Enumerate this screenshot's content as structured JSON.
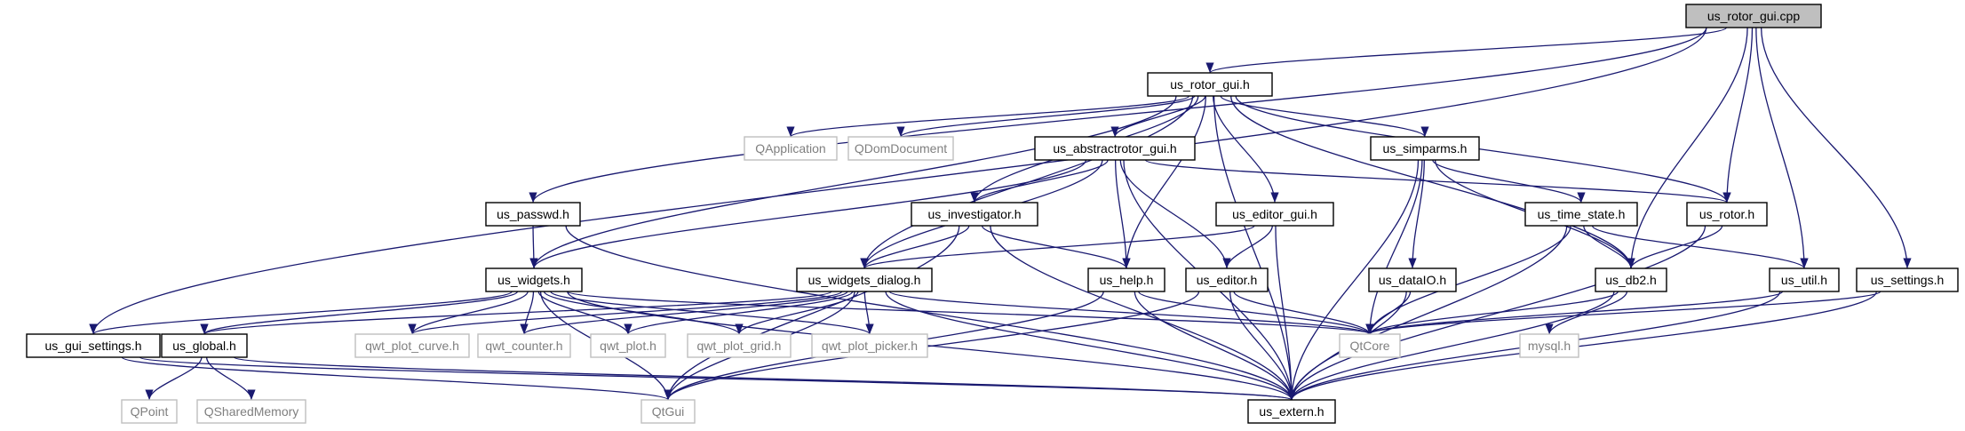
{
  "colors": {
    "edge": "#191970",
    "root_fill": "#bfbfbf",
    "node_stroke": "#000000",
    "external_stroke": "#bfbfbf",
    "external_text": "#7f7f7f"
  },
  "nodes": [
    {
      "id": "us_rotor_gui_cpp",
      "label": "us_rotor_gui.cpp",
      "kind": "root"
    },
    {
      "id": "us_rotor_gui_h",
      "label": "us_rotor_gui.h",
      "kind": "header"
    },
    {
      "id": "QApplication",
      "label": "QApplication",
      "kind": "external"
    },
    {
      "id": "QDomDocument",
      "label": "QDomDocument",
      "kind": "external"
    },
    {
      "id": "us_abstractrotor_gui_h",
      "label": "us_abstractrotor_gui.h",
      "kind": "header"
    },
    {
      "id": "us_simparms_h",
      "label": "us_simparms.h",
      "kind": "header"
    },
    {
      "id": "us_passwd_h",
      "label": "us_passwd.h",
      "kind": "header"
    },
    {
      "id": "us_investigator_h",
      "label": "us_investigator.h",
      "kind": "header"
    },
    {
      "id": "us_editor_gui_h",
      "label": "us_editor_gui.h",
      "kind": "header"
    },
    {
      "id": "us_time_state_h",
      "label": "us_time_state.h",
      "kind": "header"
    },
    {
      "id": "us_rotor_h",
      "label": "us_rotor.h",
      "kind": "header"
    },
    {
      "id": "us_widgets_h",
      "label": "us_widgets.h",
      "kind": "header"
    },
    {
      "id": "us_widgets_dialog_h",
      "label": "us_widgets_dialog.h",
      "kind": "header"
    },
    {
      "id": "us_help_h",
      "label": "us_help.h",
      "kind": "header"
    },
    {
      "id": "us_editor_h",
      "label": "us_editor.h",
      "kind": "header"
    },
    {
      "id": "us_dataIO_h",
      "label": "us_dataIO.h",
      "kind": "header"
    },
    {
      "id": "us_db2_h",
      "label": "us_db2.h",
      "kind": "header"
    },
    {
      "id": "us_util_h",
      "label": "us_util.h",
      "kind": "header"
    },
    {
      "id": "us_settings_h",
      "label": "us_settings.h",
      "kind": "header"
    },
    {
      "id": "us_gui_settings_h",
      "label": "us_gui_settings.h",
      "kind": "header"
    },
    {
      "id": "us_global_h",
      "label": "us_global.h",
      "kind": "header"
    },
    {
      "id": "qwt_plot_curve_h",
      "label": "qwt_plot_curve.h",
      "kind": "external"
    },
    {
      "id": "qwt_counter_h",
      "label": "qwt_counter.h",
      "kind": "external"
    },
    {
      "id": "qwt_plot_h",
      "label": "qwt_plot.h",
      "kind": "external"
    },
    {
      "id": "qwt_plot_grid_h",
      "label": "qwt_plot_grid.h",
      "kind": "external"
    },
    {
      "id": "qwt_plot_picker_h",
      "label": "qwt_plot_picker.h",
      "kind": "external"
    },
    {
      "id": "QtCore",
      "label": "QtCore",
      "kind": "external"
    },
    {
      "id": "mysql_h",
      "label": "mysql.h",
      "kind": "external"
    },
    {
      "id": "QPoint",
      "label": "QPoint",
      "kind": "external"
    },
    {
      "id": "QSharedMemory",
      "label": "QSharedMemory",
      "kind": "external"
    },
    {
      "id": "QtGui",
      "label": "QtGui",
      "kind": "external"
    },
    {
      "id": "us_extern_h",
      "label": "us_extern.h",
      "kind": "header"
    }
  ],
  "edges": [
    [
      "us_rotor_gui_cpp",
      "us_rotor_gui_h"
    ],
    [
      "us_rotor_gui_cpp",
      "us_passwd_h"
    ],
    [
      "us_rotor_gui_cpp",
      "us_gui_settings_h"
    ],
    [
      "us_rotor_gui_cpp",
      "us_rotor_h"
    ],
    [
      "us_rotor_gui_cpp",
      "us_db2_h"
    ],
    [
      "us_rotor_gui_cpp",
      "us_util_h"
    ],
    [
      "us_rotor_gui_cpp",
      "us_settings_h"
    ],
    [
      "us_rotor_gui_h",
      "QApplication"
    ],
    [
      "us_rotor_gui_h",
      "QDomDocument"
    ],
    [
      "us_rotor_gui_h",
      "us_abstractrotor_gui_h"
    ],
    [
      "us_rotor_gui_h",
      "us_simparms_h"
    ],
    [
      "us_rotor_gui_h",
      "us_widgets_h"
    ],
    [
      "us_rotor_gui_h",
      "us_widgets_dialog_h"
    ],
    [
      "us_rotor_gui_h",
      "us_investigator_h"
    ],
    [
      "us_rotor_gui_h",
      "us_help_h"
    ],
    [
      "us_rotor_gui_h",
      "us_editor_gui_h"
    ],
    [
      "us_rotor_gui_h",
      "us_rotor_h"
    ],
    [
      "us_rotor_gui_h",
      "us_db2_h"
    ],
    [
      "us_rotor_gui_h",
      "us_extern_h"
    ],
    [
      "us_abstractrotor_gui_h",
      "us_widgets_h"
    ],
    [
      "us_abstractrotor_gui_h",
      "us_widgets_dialog_h"
    ],
    [
      "us_abstractrotor_gui_h",
      "us_investigator_h"
    ],
    [
      "us_abstractrotor_gui_h",
      "us_help_h"
    ],
    [
      "us_abstractrotor_gui_h",
      "us_editor_h"
    ],
    [
      "us_abstractrotor_gui_h",
      "us_rotor_h"
    ],
    [
      "us_abstractrotor_gui_h",
      "us_extern_h"
    ],
    [
      "us_simparms_h",
      "us_dataIO_h"
    ],
    [
      "us_simparms_h",
      "us_time_state_h"
    ],
    [
      "us_simparms_h",
      "us_db2_h"
    ],
    [
      "us_simparms_h",
      "QtCore"
    ],
    [
      "us_simparms_h",
      "us_extern_h"
    ],
    [
      "us_passwd_h",
      "us_widgets_h"
    ],
    [
      "us_passwd_h",
      "us_extern_h"
    ],
    [
      "us_investigator_h",
      "us_widgets_dialog_h"
    ],
    [
      "us_investigator_h",
      "us_help_h"
    ],
    [
      "us_investigator_h",
      "QtGui"
    ],
    [
      "us_investigator_h",
      "us_extern_h"
    ],
    [
      "us_editor_gui_h",
      "us_widgets_dialog_h"
    ],
    [
      "us_editor_gui_h",
      "us_editor_h"
    ],
    [
      "us_editor_gui_h",
      "us_extern_h"
    ],
    [
      "us_time_state_h",
      "us_db2_h"
    ],
    [
      "us_time_state_h",
      "us_util_h"
    ],
    [
      "us_time_state_h",
      "QtCore"
    ],
    [
      "us_time_state_h",
      "us_extern_h"
    ],
    [
      "us_rotor_h",
      "us_db2_h"
    ],
    [
      "us_rotor_h",
      "us_extern_h"
    ],
    [
      "us_widgets_h",
      "us_gui_settings_h"
    ],
    [
      "us_widgets_h",
      "us_global_h"
    ],
    [
      "us_widgets_h",
      "qwt_plot_curve_h"
    ],
    [
      "us_widgets_h",
      "qwt_counter_h"
    ],
    [
      "us_widgets_h",
      "qwt_plot_h"
    ],
    [
      "us_widgets_h",
      "qwt_plot_grid_h"
    ],
    [
      "us_widgets_h",
      "qwt_plot_picker_h"
    ],
    [
      "us_widgets_h",
      "QtCore"
    ],
    [
      "us_widgets_h",
      "QtGui"
    ],
    [
      "us_widgets_h",
      "us_extern_h"
    ],
    [
      "us_widgets_dialog_h",
      "us_global_h"
    ],
    [
      "us_widgets_dialog_h",
      "qwt_plot_curve_h"
    ],
    [
      "us_widgets_dialog_h",
      "qwt_counter_h"
    ],
    [
      "us_widgets_dialog_h",
      "qwt_plot_h"
    ],
    [
      "us_widgets_dialog_h",
      "qwt_plot_grid_h"
    ],
    [
      "us_widgets_dialog_h",
      "qwt_plot_picker_h"
    ],
    [
      "us_widgets_dialog_h",
      "QtCore"
    ],
    [
      "us_widgets_dialog_h",
      "QtGui"
    ],
    [
      "us_widgets_dialog_h",
      "us_extern_h"
    ],
    [
      "us_help_h",
      "QtCore"
    ],
    [
      "us_help_h",
      "QtGui"
    ],
    [
      "us_help_h",
      "us_extern_h"
    ],
    [
      "us_editor_h",
      "QtCore"
    ],
    [
      "us_editor_h",
      "QtGui"
    ],
    [
      "us_editor_h",
      "us_extern_h"
    ],
    [
      "us_dataIO_h",
      "QtCore"
    ],
    [
      "us_dataIO_h",
      "us_extern_h"
    ],
    [
      "us_db2_h",
      "QtCore"
    ],
    [
      "us_db2_h",
      "mysql_h"
    ],
    [
      "us_db2_h",
      "us_extern_h"
    ],
    [
      "us_util_h",
      "QtCore"
    ],
    [
      "us_util_h",
      "us_extern_h"
    ],
    [
      "us_settings_h",
      "QtCore"
    ],
    [
      "us_settings_h",
      "us_extern_h"
    ],
    [
      "us_gui_settings_h",
      "QtGui"
    ],
    [
      "us_gui_settings_h",
      "us_extern_h"
    ],
    [
      "us_global_h",
      "QPoint"
    ],
    [
      "us_global_h",
      "QSharedMemory"
    ],
    [
      "us_global_h",
      "us_extern_h"
    ]
  ]
}
